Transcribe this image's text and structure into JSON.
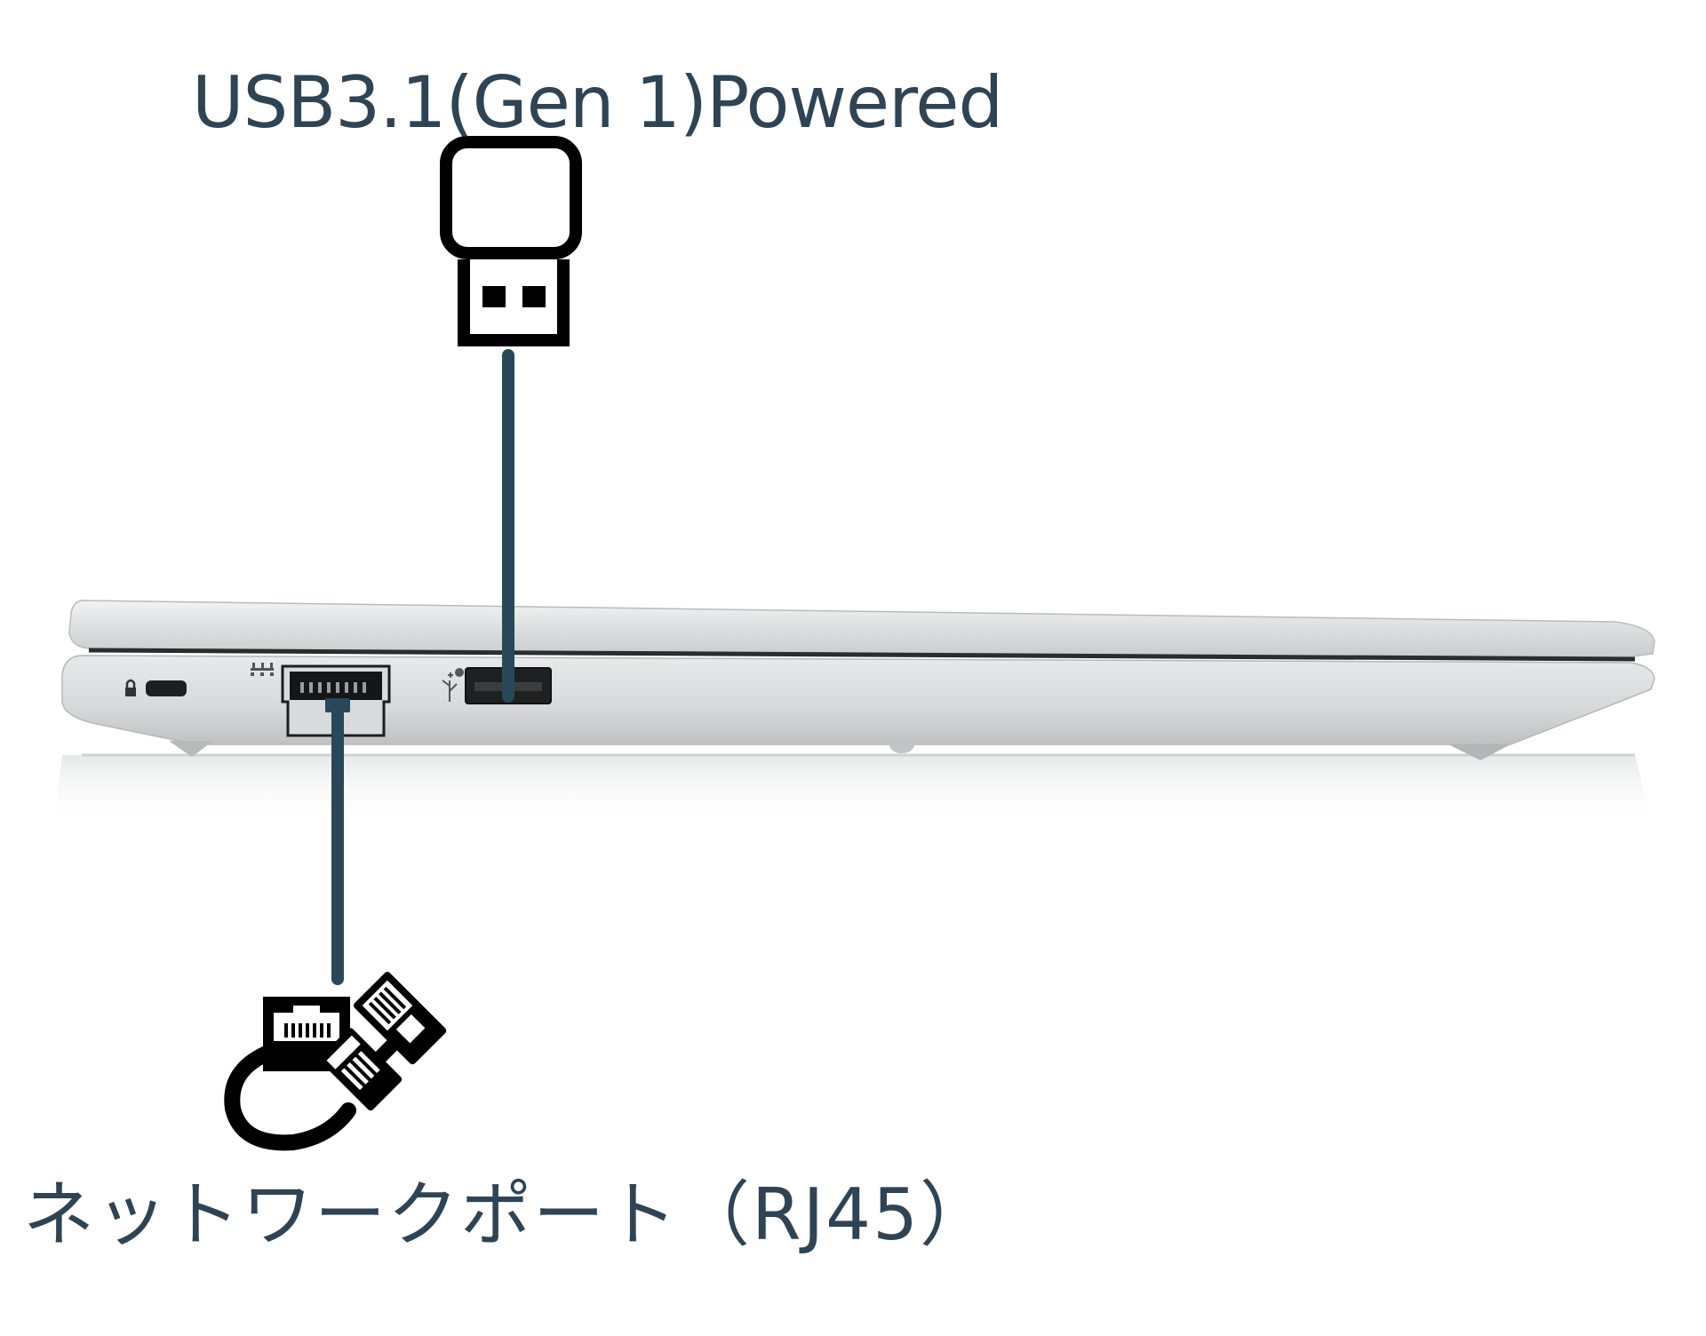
{
  "callouts": {
    "usb": {
      "label": "USB3.1(Gen 1)Powered",
      "icon": "usb-a-plug-icon"
    },
    "network": {
      "label": "ネットワークポート（RJ45）",
      "icon": "ethernet-cable-icon"
    }
  },
  "device": {
    "view": "left-side",
    "ports": [
      "security-lock-slot",
      "rj45-port",
      "usb-a-port"
    ],
    "port_symbols": [
      "lock-icon",
      "network-symbol-icon",
      "superspeed-usb-icon"
    ]
  },
  "colors": {
    "leader_line": "#28485a",
    "label_text": "#2e4454",
    "chassis": "#d9dbdc",
    "icon": "#000000"
  }
}
